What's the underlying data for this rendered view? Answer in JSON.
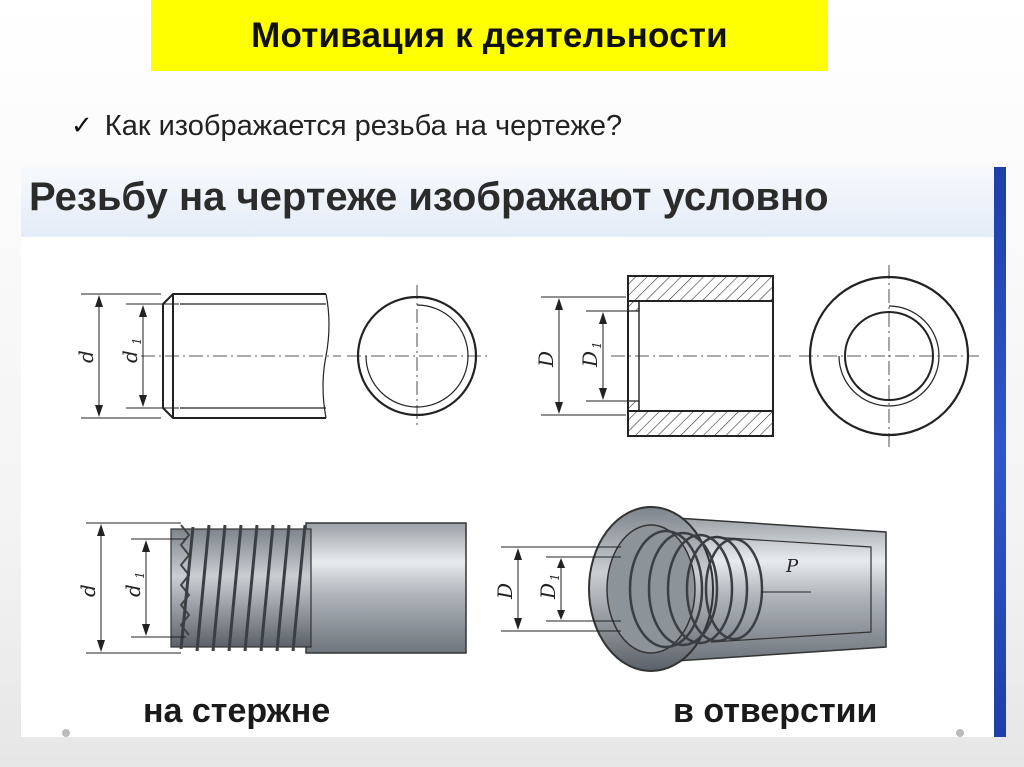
{
  "slide": {
    "title": "Мотивация к деятельности",
    "bullet": "Как изображается резьба на чертеже?",
    "bullet_mark": "✓"
  },
  "figure": {
    "heading": "Резьбу на чертеже изображают условно",
    "caption_left": "на стержне",
    "caption_right": "в отверстии",
    "labels": {
      "d": "d",
      "d1": "d",
      "d1_sub": "1",
      "D": "D",
      "D1": "D",
      "D1_sub": "1",
      "P": "P"
    }
  },
  "colors": {
    "title_bg": "#ffff00",
    "accent_bar": "#2f57c9"
  }
}
